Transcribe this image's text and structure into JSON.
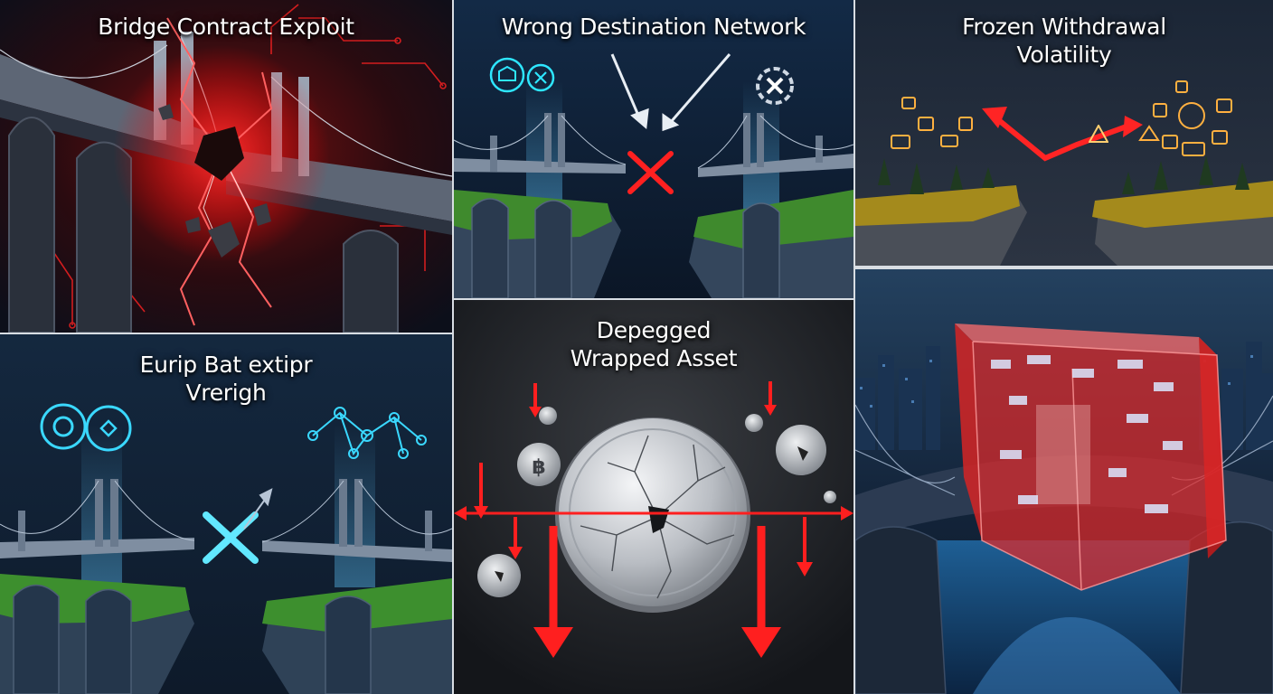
{
  "panels": {
    "bridge_exploit": {
      "title": "Bridge Contract Exploit",
      "accent": "#ff2a2a"
    },
    "wrong_network": {
      "title": "Wrong Destination Network",
      "accent": "#2ee6ff"
    },
    "frozen_withdrawal": {
      "title_line1": "Frozen Withdrawal",
      "title_line2": "Volatility",
      "accent": "#ffae2a"
    },
    "eurip": {
      "title_line1": "Eurip Bat extipr",
      "title_line2": "Vrerigh",
      "accent": "#3ad8ff"
    },
    "depegged": {
      "title_line1": "Depegged",
      "title_line2": "Wrapped Asset",
      "accent": "#ff1f1f"
    },
    "frozen_cube": {
      "accent": "#ff3a3a"
    }
  },
  "colors": {
    "night_blue": "#16304f",
    "grass_green": "#3d8f2e",
    "bridge_grey": "#8b97a6",
    "glow_red": "#ff2020",
    "glow_orange": "#ffb040",
    "glow_cyan": "#33e0ff"
  },
  "icons": [
    "bitcoin-icon",
    "shield-x-icon",
    "gear-x-icon",
    "network-icon",
    "warning-icon",
    "lock-icon"
  ]
}
